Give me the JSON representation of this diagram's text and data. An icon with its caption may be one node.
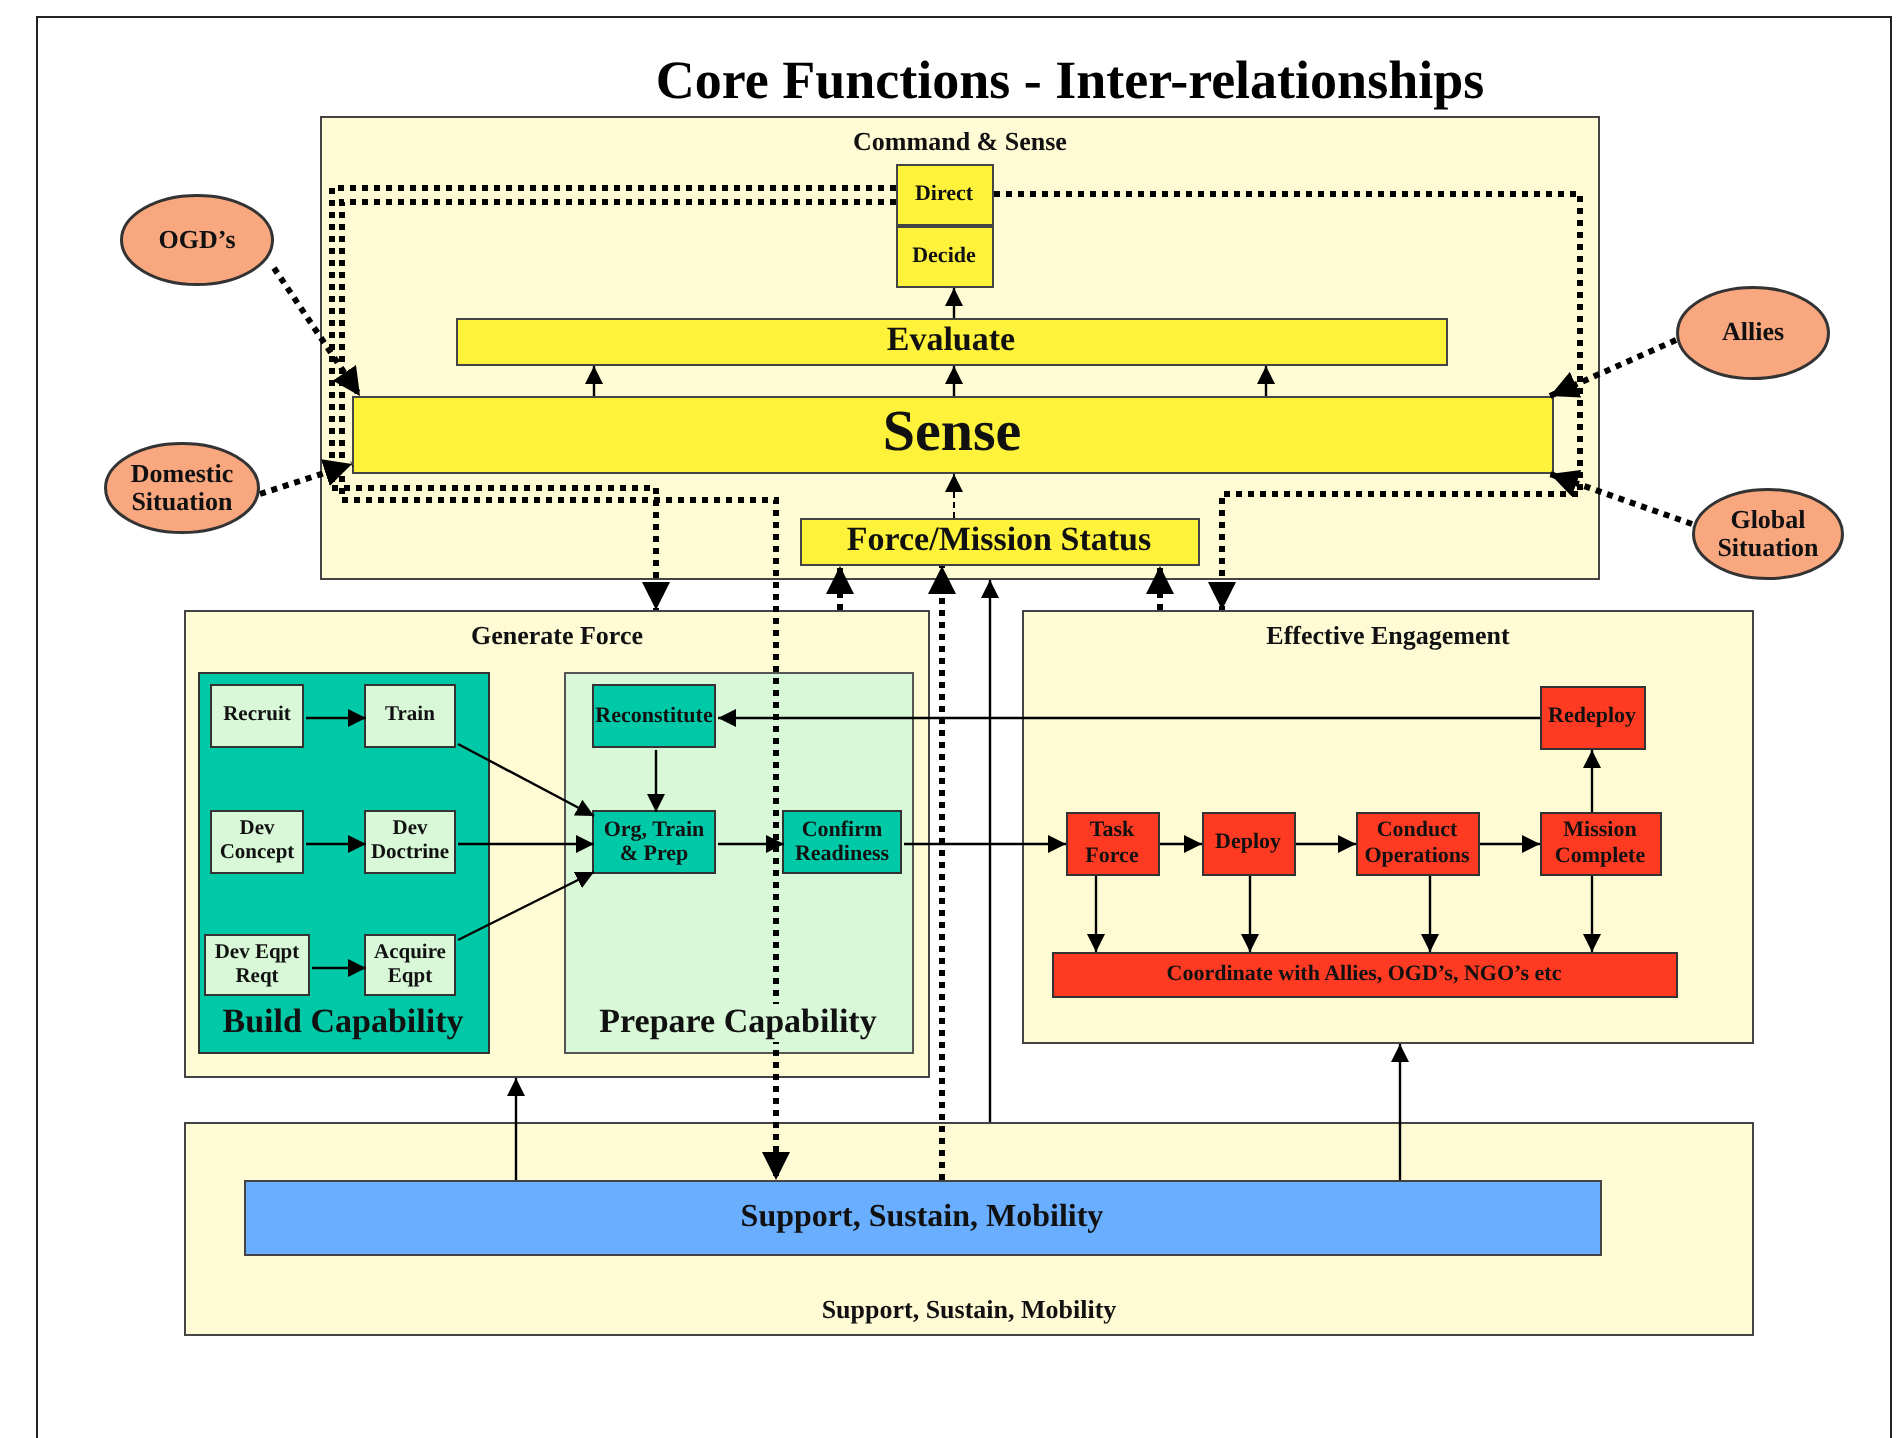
{
  "diagram": {
    "title": "Core Functions - Inter-relationships",
    "nodes": [
      {
        "text": [
          "Command & Sense"
        ]
      },
      {
        "text": [
          "Direct"
        ],
        "in": 0
      },
      {
        "text": [
          "Decide"
        ],
        "in": 0
      },
      {
        "text": [
          "Evaluate"
        ],
        "in": 0
      },
      {
        "text": [
          "Sense"
        ],
        "in": 0
      },
      {
        "text": [
          "Force/Mission Status"
        ],
        "in": 0
      },
      {
        "text": [
          "OGD’s"
        ]
      },
      {
        "text": [
          "Domestic Situation"
        ]
      },
      {
        "text": [
          "Allies"
        ]
      },
      {
        "text": [
          "Global Situation"
        ]
      },
      {
        "text": [
          "Generate Force"
        ]
      },
      {
        "text": [
          "Build Capability"
        ],
        "in": 10
      },
      {
        "text": [
          "Recruit"
        ],
        "in": 11
      },
      {
        "text": [
          "Train"
        ],
        "in": 11
      },
      {
        "text": [
          "Dev Concept"
        ],
        "in": 11
      },
      {
        "text": [
          "Dev Doctrine"
        ],
        "in": 11
      },
      {
        "text": [
          "Dev Eqpt Reqt"
        ],
        "in": 11
      },
      {
        "text": [
          "Acquire Eqpt"
        ],
        "in": 11
      },
      {
        "text": [
          "Prepare Capability"
        ],
        "in": 10
      },
      {
        "text": [
          "Reconstitute"
        ],
        "in": 18
      },
      {
        "text": [
          "Org, Train & Prep"
        ],
        "in": 18
      },
      {
        "text": [
          "Confirm Readiness"
        ],
        "in": 18
      },
      {
        "text": [
          "Effective Engagement"
        ]
      },
      {
        "text": [
          "Redeploy"
        ],
        "in": 22
      },
      {
        "text": [
          "Task Force"
        ],
        "in": 22
      },
      {
        "text": [
          "Deploy"
        ],
        "in": 22
      },
      {
        "text": [
          "Conduct Operations"
        ],
        "in": 22
      },
      {
        "text": [
          "Mission Complete"
        ],
        "in": 22
      },
      {
        "text": [
          "Coordinate with Allies, OGD’s, NGO’s etc"
        ],
        "in": 22
      },
      {
        "text": [
          "Support, Sustain, Mobility"
        ]
      },
      {
        "text": [
          "Support, Sustain, Mobility"
        ],
        "in": 29
      }
    ],
    "edges": [
      {
        "from": 6,
        "to": 4,
        "arrow": "to",
        "style": "dashed"
      },
      {
        "from": 7,
        "to": 4,
        "arrow": "to",
        "style": "dashed"
      },
      {
        "from": 8,
        "to": 4,
        "arrow": "to",
        "style": "dashed"
      },
      {
        "from": 9,
        "to": 4,
        "arrow": "to",
        "style": "dashed"
      },
      {
        "from": 3,
        "to": 2,
        "arrow": "to"
      },
      {
        "from": 4,
        "to": 3,
        "arrow": "to"
      },
      {
        "from": 4,
        "to": 3,
        "arrow": "to"
      },
      {
        "from": 4,
        "to": 3,
        "arrow": "to"
      },
      {
        "from": 5,
        "to": 4,
        "arrow": "to",
        "style": "dashed"
      },
      {
        "from": 1,
        "to": 10,
        "arrow": "to",
        "style": "dashed"
      },
      {
        "from": 1,
        "to": 30,
        "arrow": "to",
        "style": "dashed"
      },
      {
        "from": 1,
        "to": 22,
        "arrow": "to",
        "style": "dashed"
      },
      {
        "from": 10,
        "to": 5,
        "arrow": "to",
        "style": "dashed"
      },
      {
        "from": 30,
        "to": 5,
        "arrow": "to",
        "style": "dashed"
      },
      {
        "from": 29,
        "to": 0,
        "arrow": "to"
      },
      {
        "from": 22,
        "to": 5,
        "arrow": "to",
        "style": "dashed"
      },
      {
        "from": 30,
        "to": 10,
        "arrow": "to"
      },
      {
        "from": 30,
        "to": 22,
        "arrow": "to"
      },
      {
        "from": 12,
        "to": 13,
        "arrow": "to"
      },
      {
        "from": 14,
        "to": 15,
        "arrow": "to"
      },
      {
        "from": 16,
        "to": 17,
        "arrow": "to"
      },
      {
        "from": 13,
        "to": 20,
        "arrow": "to"
      },
      {
        "from": 15,
        "to": 20,
        "arrow": "to"
      },
      {
        "from": 17,
        "to": 20,
        "arrow": "to"
      },
      {
        "from": 19,
        "to": 20,
        "arrow": "to"
      },
      {
        "from": 20,
        "to": 21,
        "arrow": "to"
      },
      {
        "from": 21,
        "to": 24,
        "arrow": "to"
      },
      {
        "from": 23,
        "to": 19,
        "arrow": "to"
      },
      {
        "from": 24,
        "to": 25,
        "arrow": "to"
      },
      {
        "from": 25,
        "to": 26,
        "arrow": "to"
      },
      {
        "from": 26,
        "to": 27,
        "arrow": "to"
      },
      {
        "from": 27,
        "to": 23,
        "arrow": "to"
      },
      {
        "from": 24,
        "to": 28,
        "arrow": "to"
      },
      {
        "from": 25,
        "to": 28,
        "arrow": "to"
      },
      {
        "from": 26,
        "to": 28,
        "arrow": "to"
      },
      {
        "from": 27,
        "to": 28,
        "arrow": "to"
      }
    ]
  }
}
